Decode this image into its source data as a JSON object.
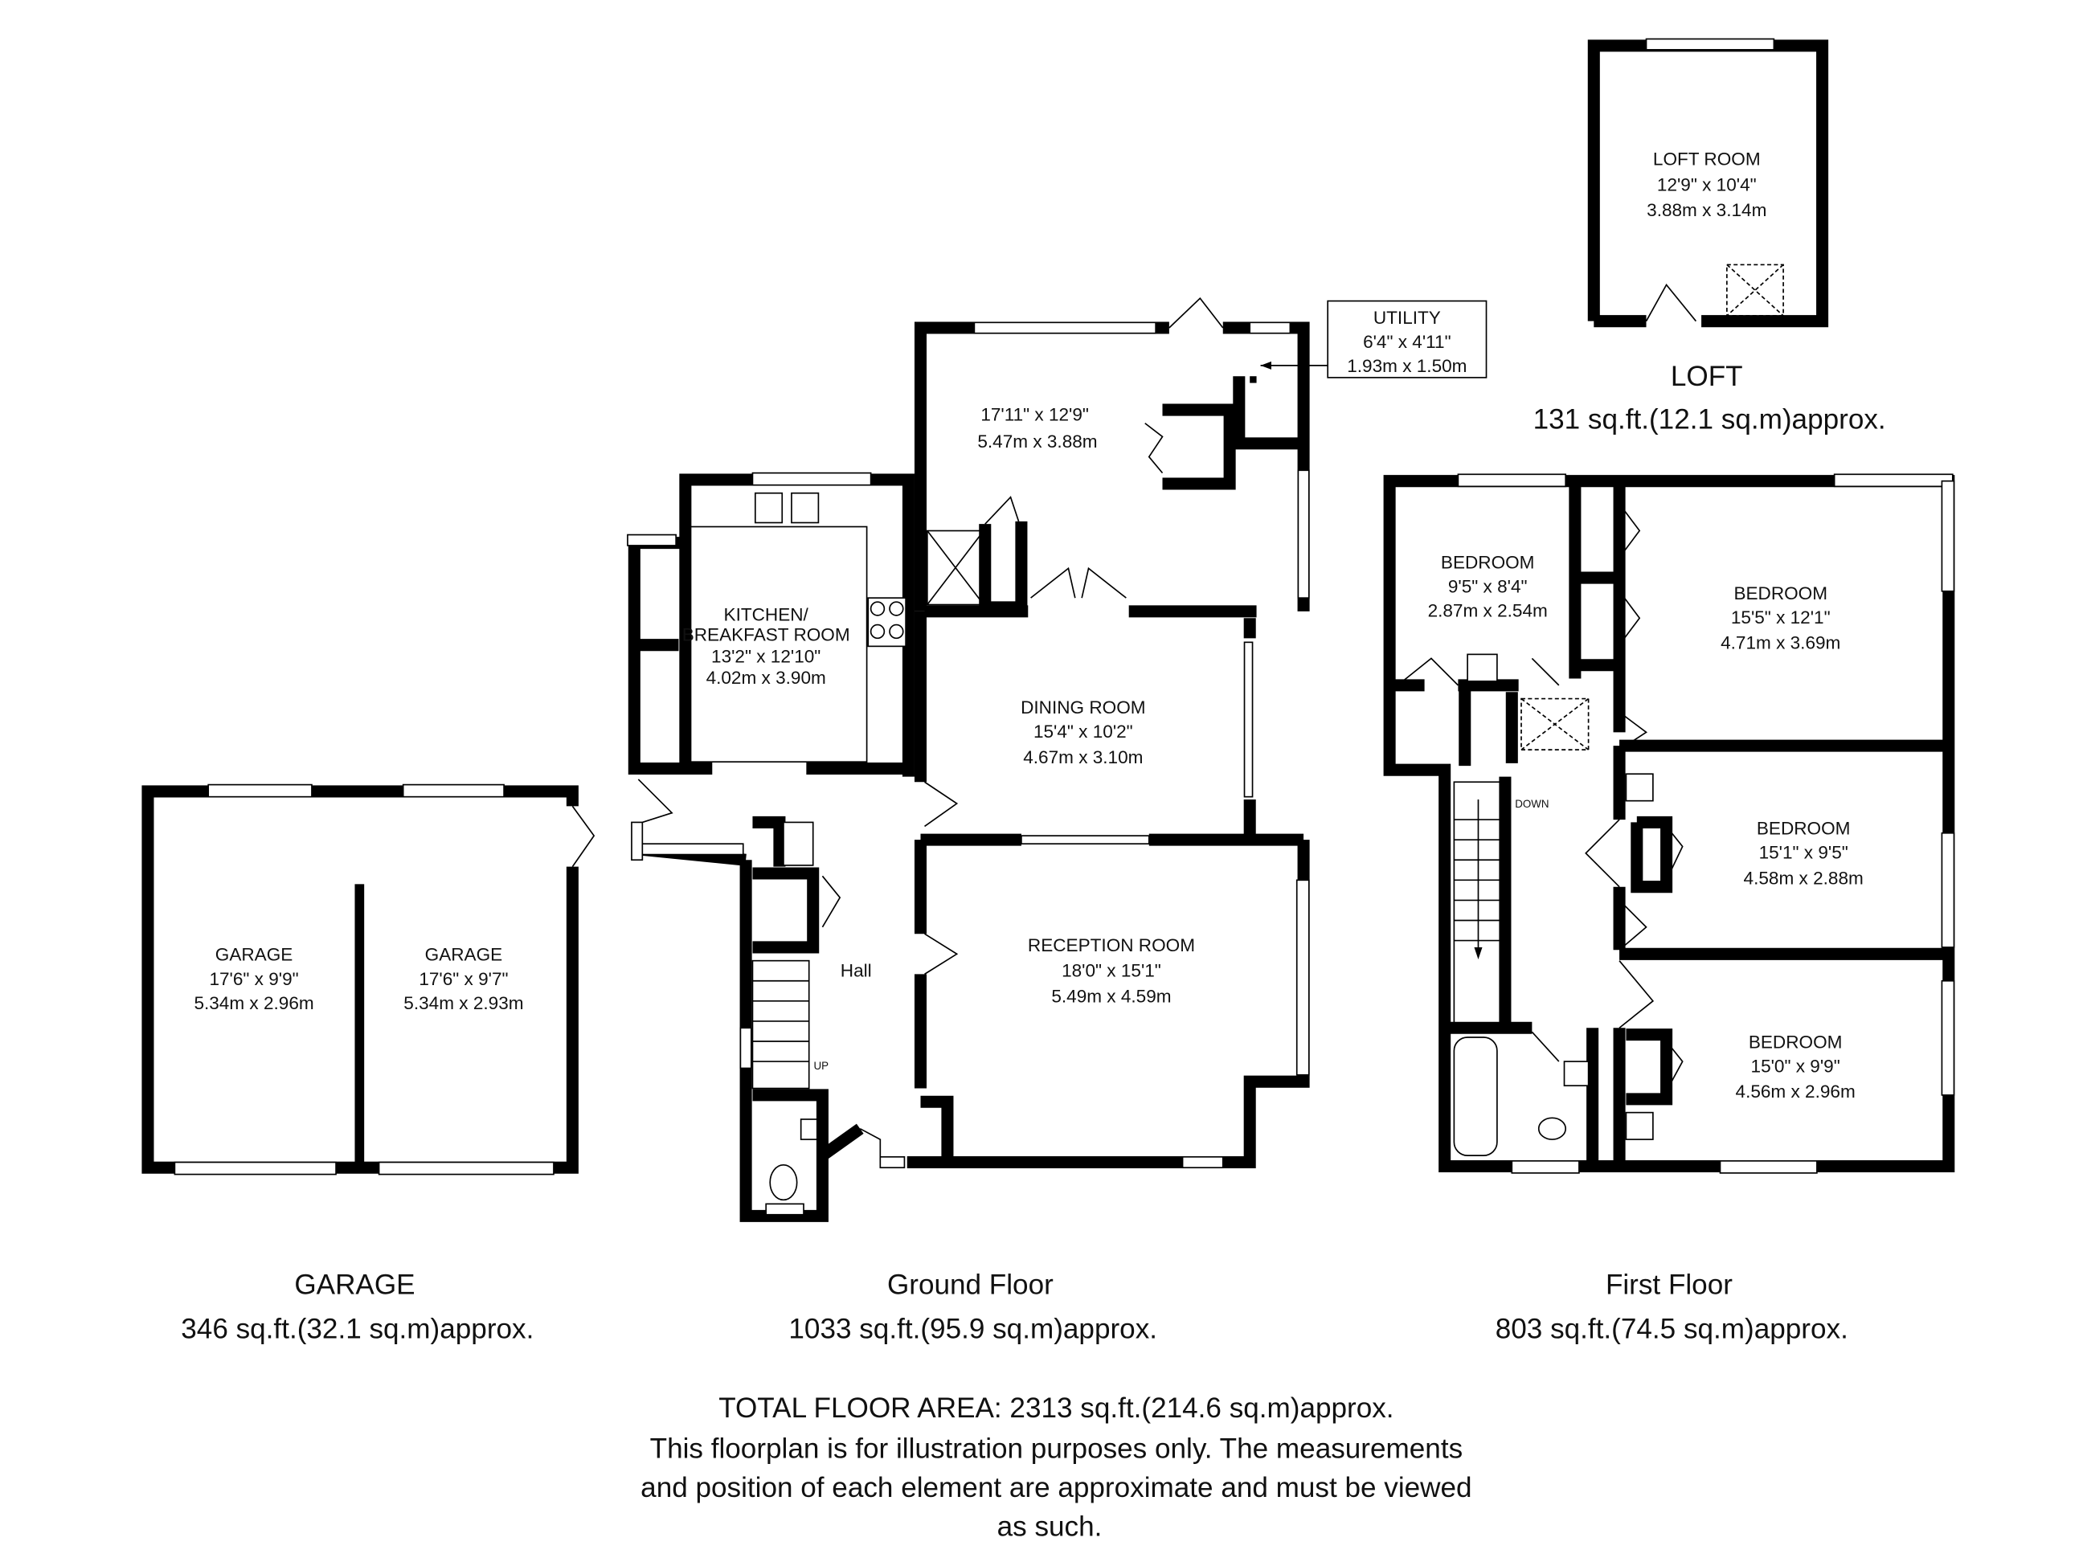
{
  "garage": {
    "rooms": [
      {
        "name": "GARAGE",
        "imperial": "17'6\" x 9'9\"",
        "metric": "5.34m x 2.96m"
      },
      {
        "name": "GARAGE",
        "imperial": "17'6\" x 9'7\"",
        "metric": "5.34m x 2.93m"
      }
    ],
    "title": "GARAGE",
    "area": "346 sq.ft.(32.1 sq.m)approx."
  },
  "ground_floor": {
    "rooms": {
      "kitchen": {
        "name1": "KITCHEN/",
        "name2": "BREAKFAST ROOM",
        "imperial": "13'2\" x 12'10\"",
        "metric": "4.02m x 3.90m"
      },
      "unnamed": {
        "imperial": "17'11\" x 12'9\"",
        "metric": "5.47m x 3.88m"
      },
      "utility": {
        "name": "UTILITY",
        "imperial": "6'4\" x 4'11\"",
        "metric": "1.93m x 1.50m"
      },
      "dining": {
        "name": "DINING ROOM",
        "imperial": "15'4\" x 10'2\"",
        "metric": "4.67m x 3.10m"
      },
      "reception": {
        "name": "RECEPTION ROOM",
        "imperial": "18'0\" x 15'1\"",
        "metric": "5.49m x 4.59m"
      },
      "hall": {
        "name": "Hall"
      }
    },
    "stair_label": "UP",
    "title": "Ground Floor",
    "area": "1033 sq.ft.(95.9 sq.m)approx."
  },
  "first_floor": {
    "rooms": [
      {
        "name": "BEDROOM",
        "imperial": "9'5\" x 8'4\"",
        "metric": "2.87m x 2.54m"
      },
      {
        "name": "BEDROOM",
        "imperial": "15'5\" x 12'1\"",
        "metric": "4.71m x 3.69m"
      },
      {
        "name": "BEDROOM",
        "imperial": "15'1\" x 9'5\"",
        "metric": "4.58m x 2.88m"
      },
      {
        "name": "BEDROOM",
        "imperial": "15'0\" x 9'9\"",
        "metric": "4.56m x 2.96m"
      }
    ],
    "stair_label": "DOWN",
    "title": "First Floor",
    "area": "803 sq.ft.(74.5 sq.m)approx."
  },
  "loft": {
    "room": {
      "name": "LOFT ROOM",
      "imperial": "12'9\" x 10'4\"",
      "metric": "3.88m x 3.14m"
    },
    "title": "LOFT",
    "area": "131 sq.ft.(12.1 sq.m)approx."
  },
  "footer": {
    "total": "TOTAL FLOOR AREA: 2313 sq.ft.(214.6 sq.m)approx.",
    "disclaimer": [
      "This floorplan is for illustration purposes only. The measurements",
      "and position of each element are approximate and must be viewed",
      "as such."
    ]
  }
}
